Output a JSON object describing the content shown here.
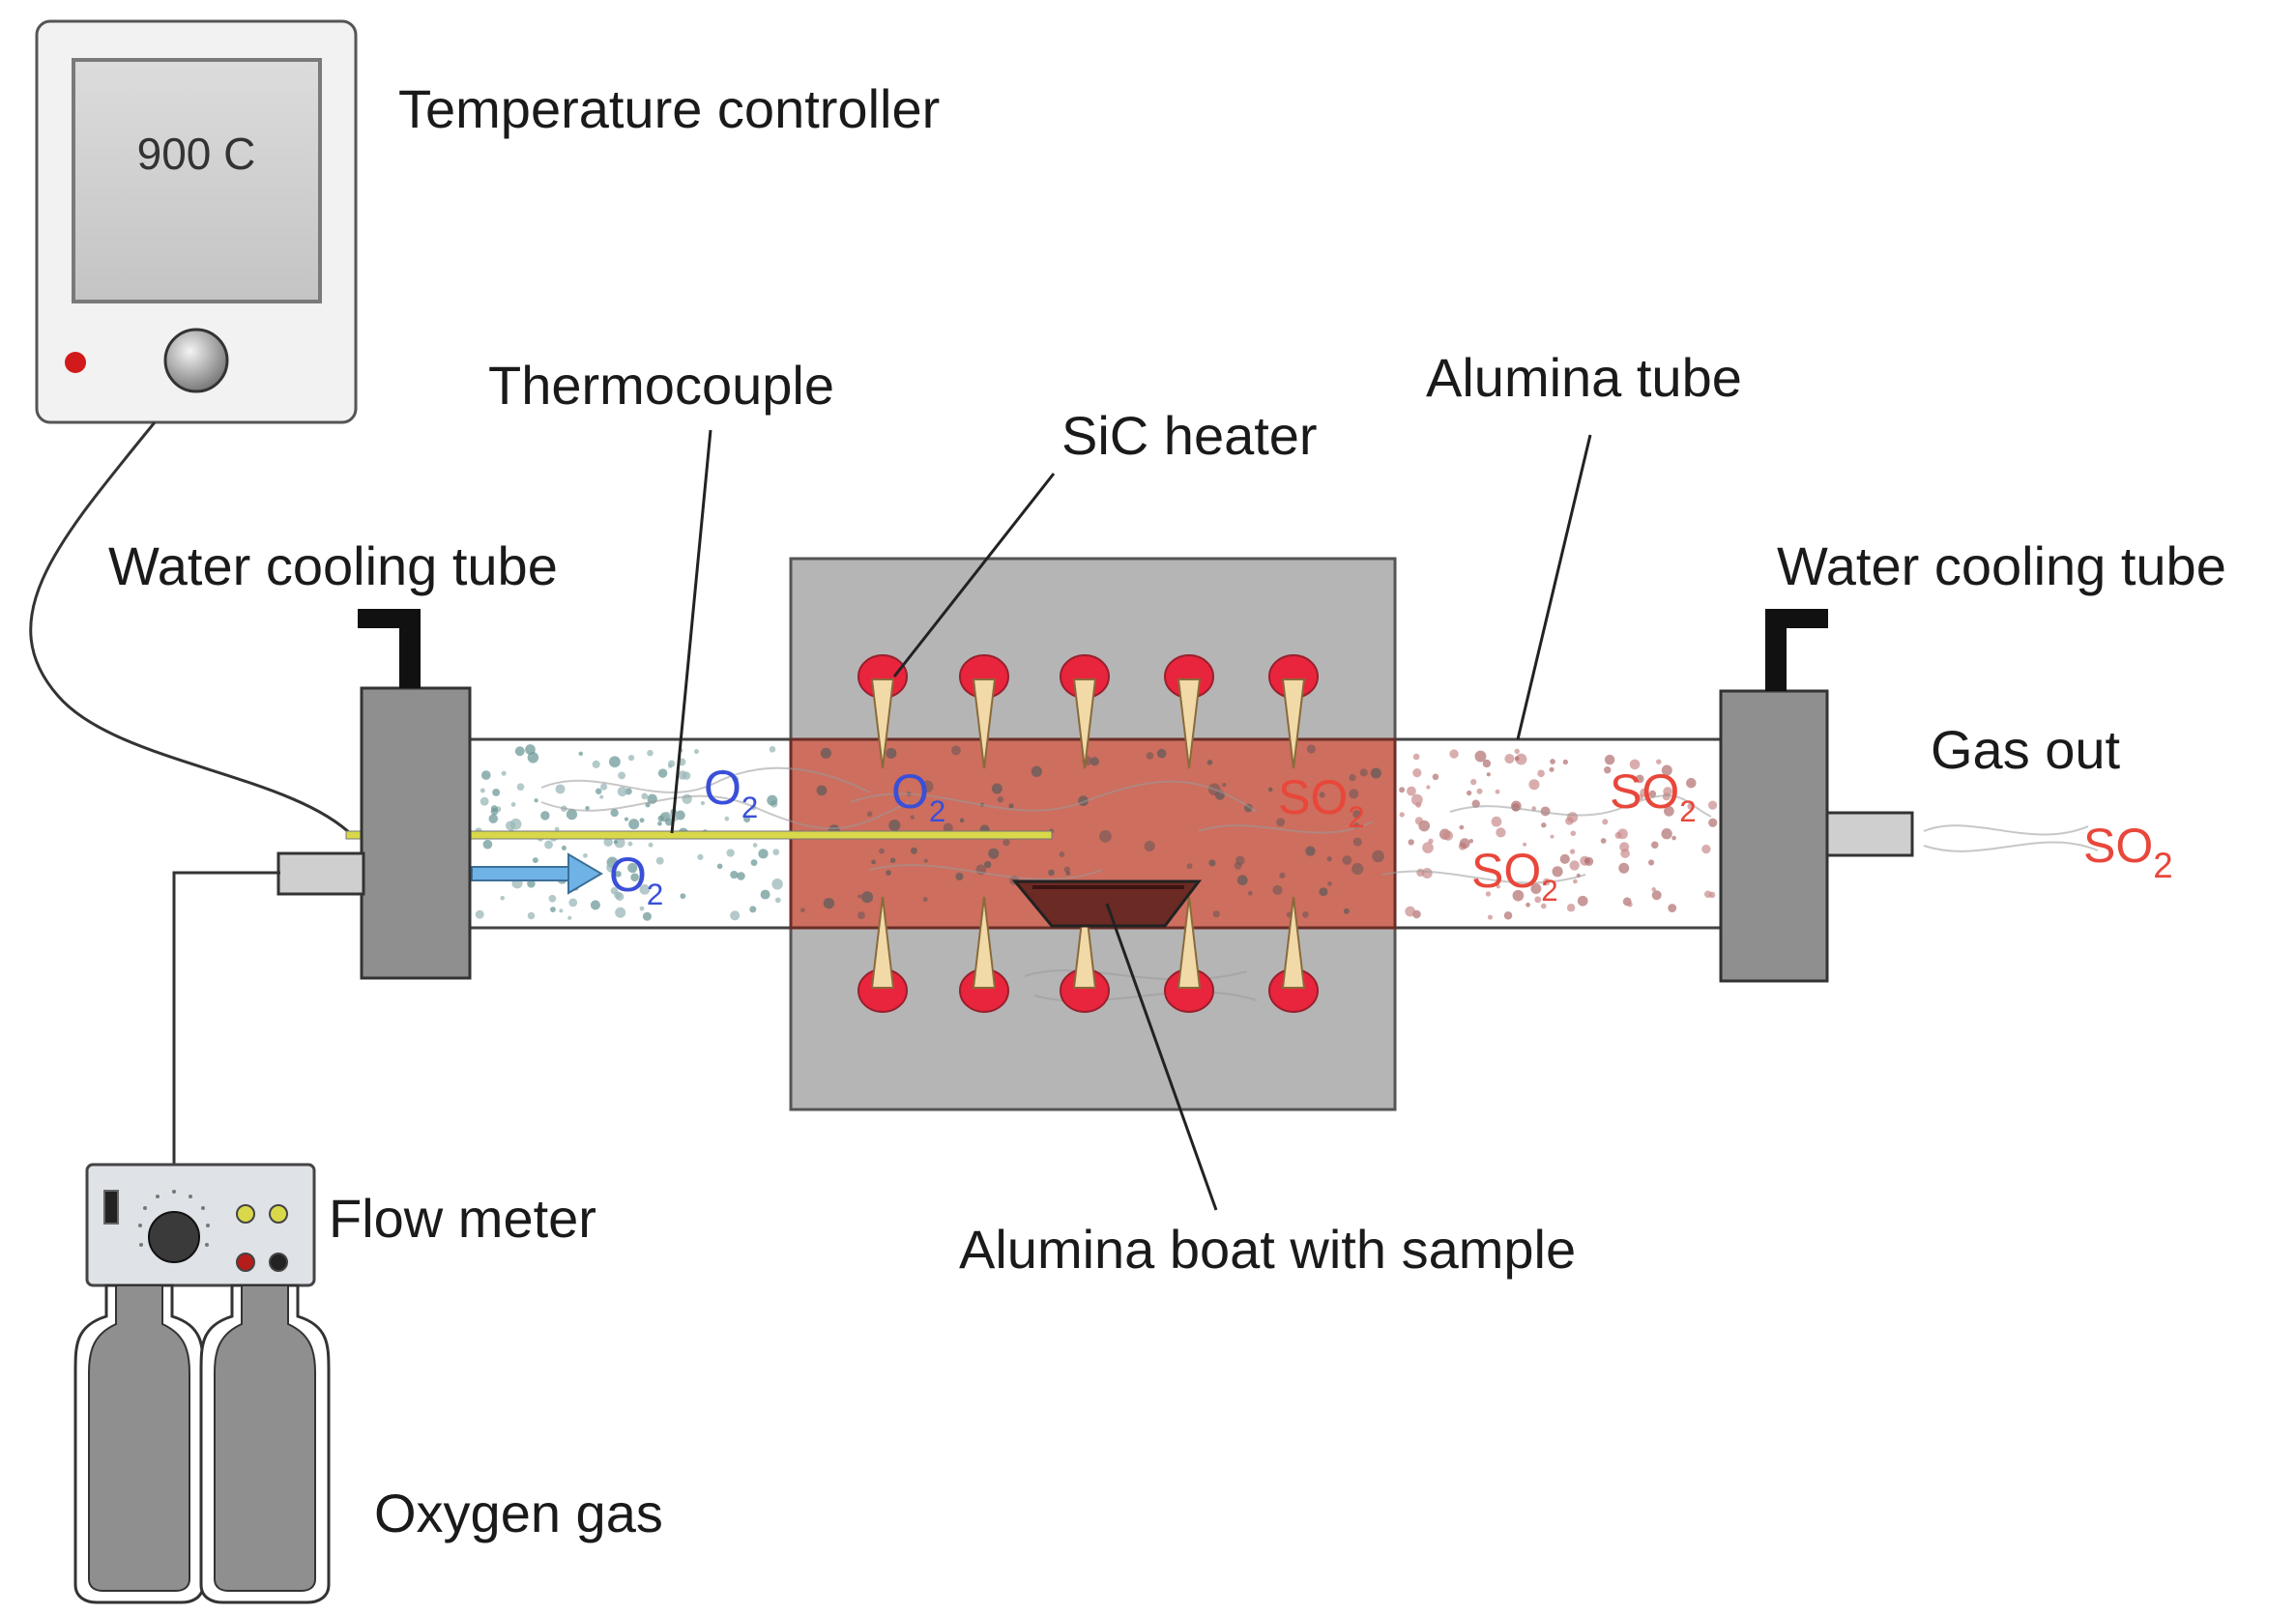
{
  "colors": {
    "furnace": "#b5b5b5",
    "hot_zone": "#cd6e5e",
    "heater_red": "#e8253c",
    "heater_tip": "#f1d9a8",
    "flange": "#8f8f8f",
    "tube_fill": "#ffffff",
    "thermocouple": "#d8d84a",
    "o2_text": "#3a4fd8",
    "so2_text": "#e8473a",
    "inlet_arrow": "#6fb3e6",
    "boat": "#6b2a24"
  },
  "labels": {
    "temperature_controller": "Temperature controller",
    "controller_display": "900 C",
    "thermocouple": "Thermocouple",
    "sic_heater": "SiC heater",
    "alumina_tube": "Alumina tube",
    "water_cooling_left": "Water cooling tube",
    "water_cooling_right": "Water cooling tube",
    "gas_out": "Gas out",
    "flow_meter": "Flow meter",
    "alumina_boat": "Alumina boat with sample",
    "oxygen_gas": "Oxygen gas"
  },
  "gases": {
    "o2": {
      "base": "O",
      "sub": "2"
    },
    "so2": {
      "base": "SO",
      "sub": "2"
    }
  },
  "icons": {
    "controller_knob": "knob-icon",
    "controller_led": "led-indicator-icon",
    "flow_knob": "dial-knob-icon",
    "gas_cylinder": "gas-cylinder-icon",
    "heater_element": "sic-heater-element-icon"
  }
}
